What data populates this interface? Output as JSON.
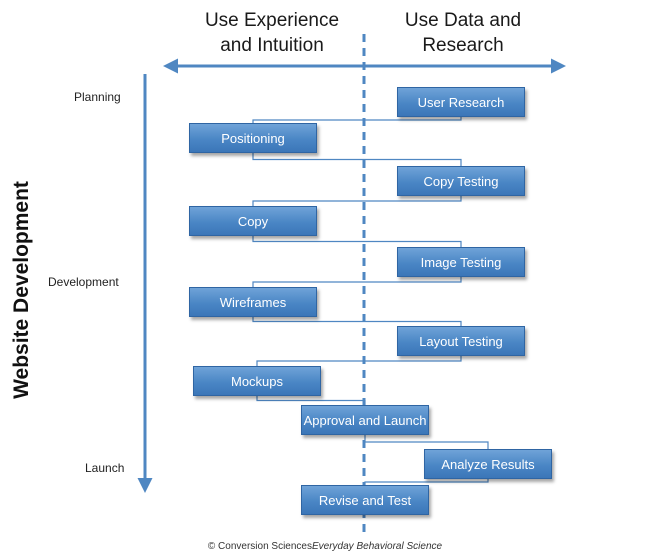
{
  "headers": {
    "left": [
      "Use Experience",
      "and Intuition"
    ],
    "right": [
      "Use Data and",
      "Research"
    ]
  },
  "side_title": "Website Development",
  "stages": [
    "Planning",
    "Development",
    "Launch"
  ],
  "steps": [
    {
      "label": "User Research",
      "side": "right"
    },
    {
      "label": "Positioning",
      "side": "left"
    },
    {
      "label": "Copy Testing",
      "side": "right"
    },
    {
      "label": "Copy",
      "side": "left"
    },
    {
      "label": "Image Testing",
      "side": "right"
    },
    {
      "label": "Wireframes",
      "side": "left"
    },
    {
      "label": "Layout Testing",
      "side": "right"
    },
    {
      "label": "Mockups",
      "side": "left"
    },
    {
      "label": "Approval and Launch",
      "side": "center"
    },
    {
      "label": "Analyze Results",
      "side": "right"
    },
    {
      "label": "Revise and Test",
      "side": "center"
    }
  ],
  "credit": {
    "org": "© Conversion Sciences",
    "tagline": "Everyday Behavioral Science"
  },
  "colors": {
    "arrow": "#4f87c2",
    "box": "#4a86c5",
    "connector": "#4f87c2"
  }
}
